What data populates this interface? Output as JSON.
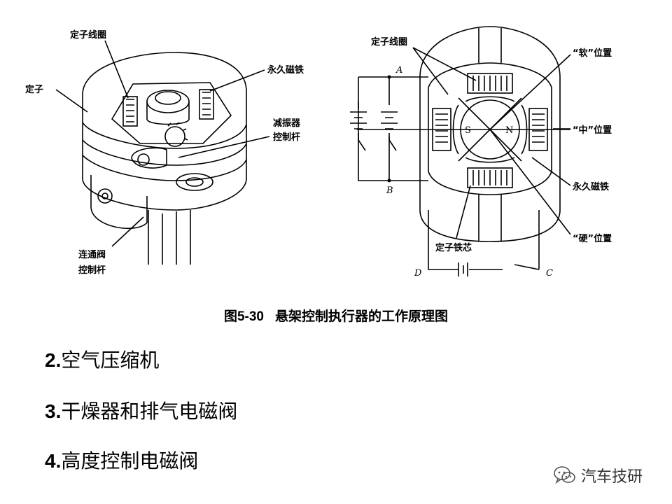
{
  "left_diagram": {
    "labels": {
      "stator_coil": "定子线圈",
      "stator": "定子",
      "permanent_magnet": "永久磁铁",
      "damper_rod_1": "减振器",
      "damper_rod_2": "控制杆",
      "valve_rod_1": "连通阀",
      "valve_rod_2": "控制杆"
    }
  },
  "right_diagram": {
    "labels": {
      "stator_coil": "定子线圈",
      "soft": "“软”位置",
      "middle": "“中”位置",
      "permanent_magnet": "永久磁铁",
      "hard": "“硬”位置",
      "stator_core": "定子铁芯"
    },
    "points": {
      "a": "A",
      "b": "B",
      "c": "C",
      "d": "D"
    },
    "poles": {
      "s": "S",
      "n": "N"
    }
  },
  "caption": {
    "number": "图5-30",
    "text": "悬架控制执行器的工作原理图"
  },
  "items": [
    {
      "num": "2.",
      "text": "空气压缩机"
    },
    {
      "num": "3.",
      "text": "干燥器和排气电磁阀"
    },
    {
      "num": "4.",
      "text": "高度控制电磁阀"
    }
  ],
  "watermark": {
    "text": "汽车技研",
    "icon": "wechat-icon"
  }
}
